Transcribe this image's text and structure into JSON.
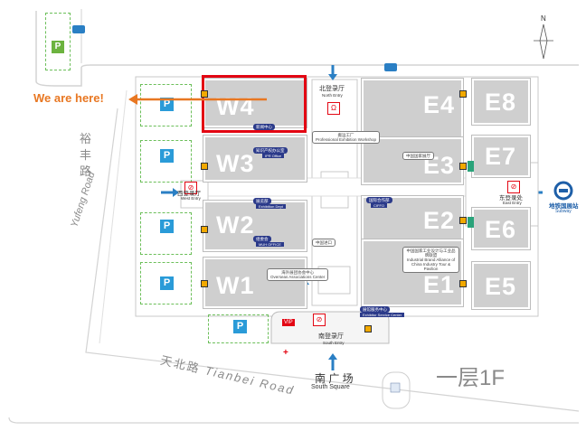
{
  "you_are_here": "We are here!",
  "compass": {
    "north": "N"
  },
  "halls": {
    "w1": "W1",
    "w2": "W2",
    "w3": "W3",
    "w4": "W4",
    "e1": "E1",
    "e2": "E2",
    "e3": "E3",
    "e4": "E4",
    "e5": "E5",
    "e6": "E6",
    "e7": "E7",
    "e8": "E8"
  },
  "entries": {
    "north_cn": "北登录厅",
    "north_en": "North Entry",
    "west_cn": "西登录厅",
    "west_en": "West Entry",
    "east_cn": "东登录处",
    "east_en": "East Entry",
    "south_cn": "南登录厅",
    "south_en": "South Entry"
  },
  "service_tags": {
    "w4_tag": "新闻中心",
    "w3_tag_cn": "知识产权办公室",
    "w3_tag_en": "IPR Office",
    "w2a_cn": "展览部",
    "w2a_en": "Exhibition Dept",
    "w2b_cn": "组委会",
    "w2b_en": "MUH OFFICE",
    "e2_cn": "国际合作部",
    "e2_en": "CIFFO",
    "south_center_cn": "展馆服务中心",
    "south_center_en": "Exhibitor Service Center"
  },
  "white_tags": {
    "t1_cn": "搬运工厂",
    "t1_en": "Professional Exhibition Workshop",
    "t2": "中国进口",
    "t3": "中国国家展厅",
    "t4_cn": "海外展团协会中心",
    "t4_en": "Overseas Associations Center",
    "t5_cn": "中国国家工业设计与工业品牌联盟",
    "t5_en": "Industrial Brand Alliance of China Industry Tour & Pavilion"
  },
  "metro_cn": "地铁国展站",
  "metro_en": "Subway",
  "roads": {
    "yufeng_cn": "裕丰路",
    "yufeng_en": "Yufeng Road",
    "tianbei_cn": "天北路",
    "tianbei_en": "Tianbei Road"
  },
  "south_square_cn": "南 广 场",
  "south_square_en": "South Square",
  "floor_label": "一层1F",
  "parking_label": "P",
  "colors": {
    "highlight": "#e30613",
    "arrow": "#e87722",
    "hall": "#cfcfcf",
    "park": "#6cbf5a",
    "blue": "#2a9bd8"
  }
}
